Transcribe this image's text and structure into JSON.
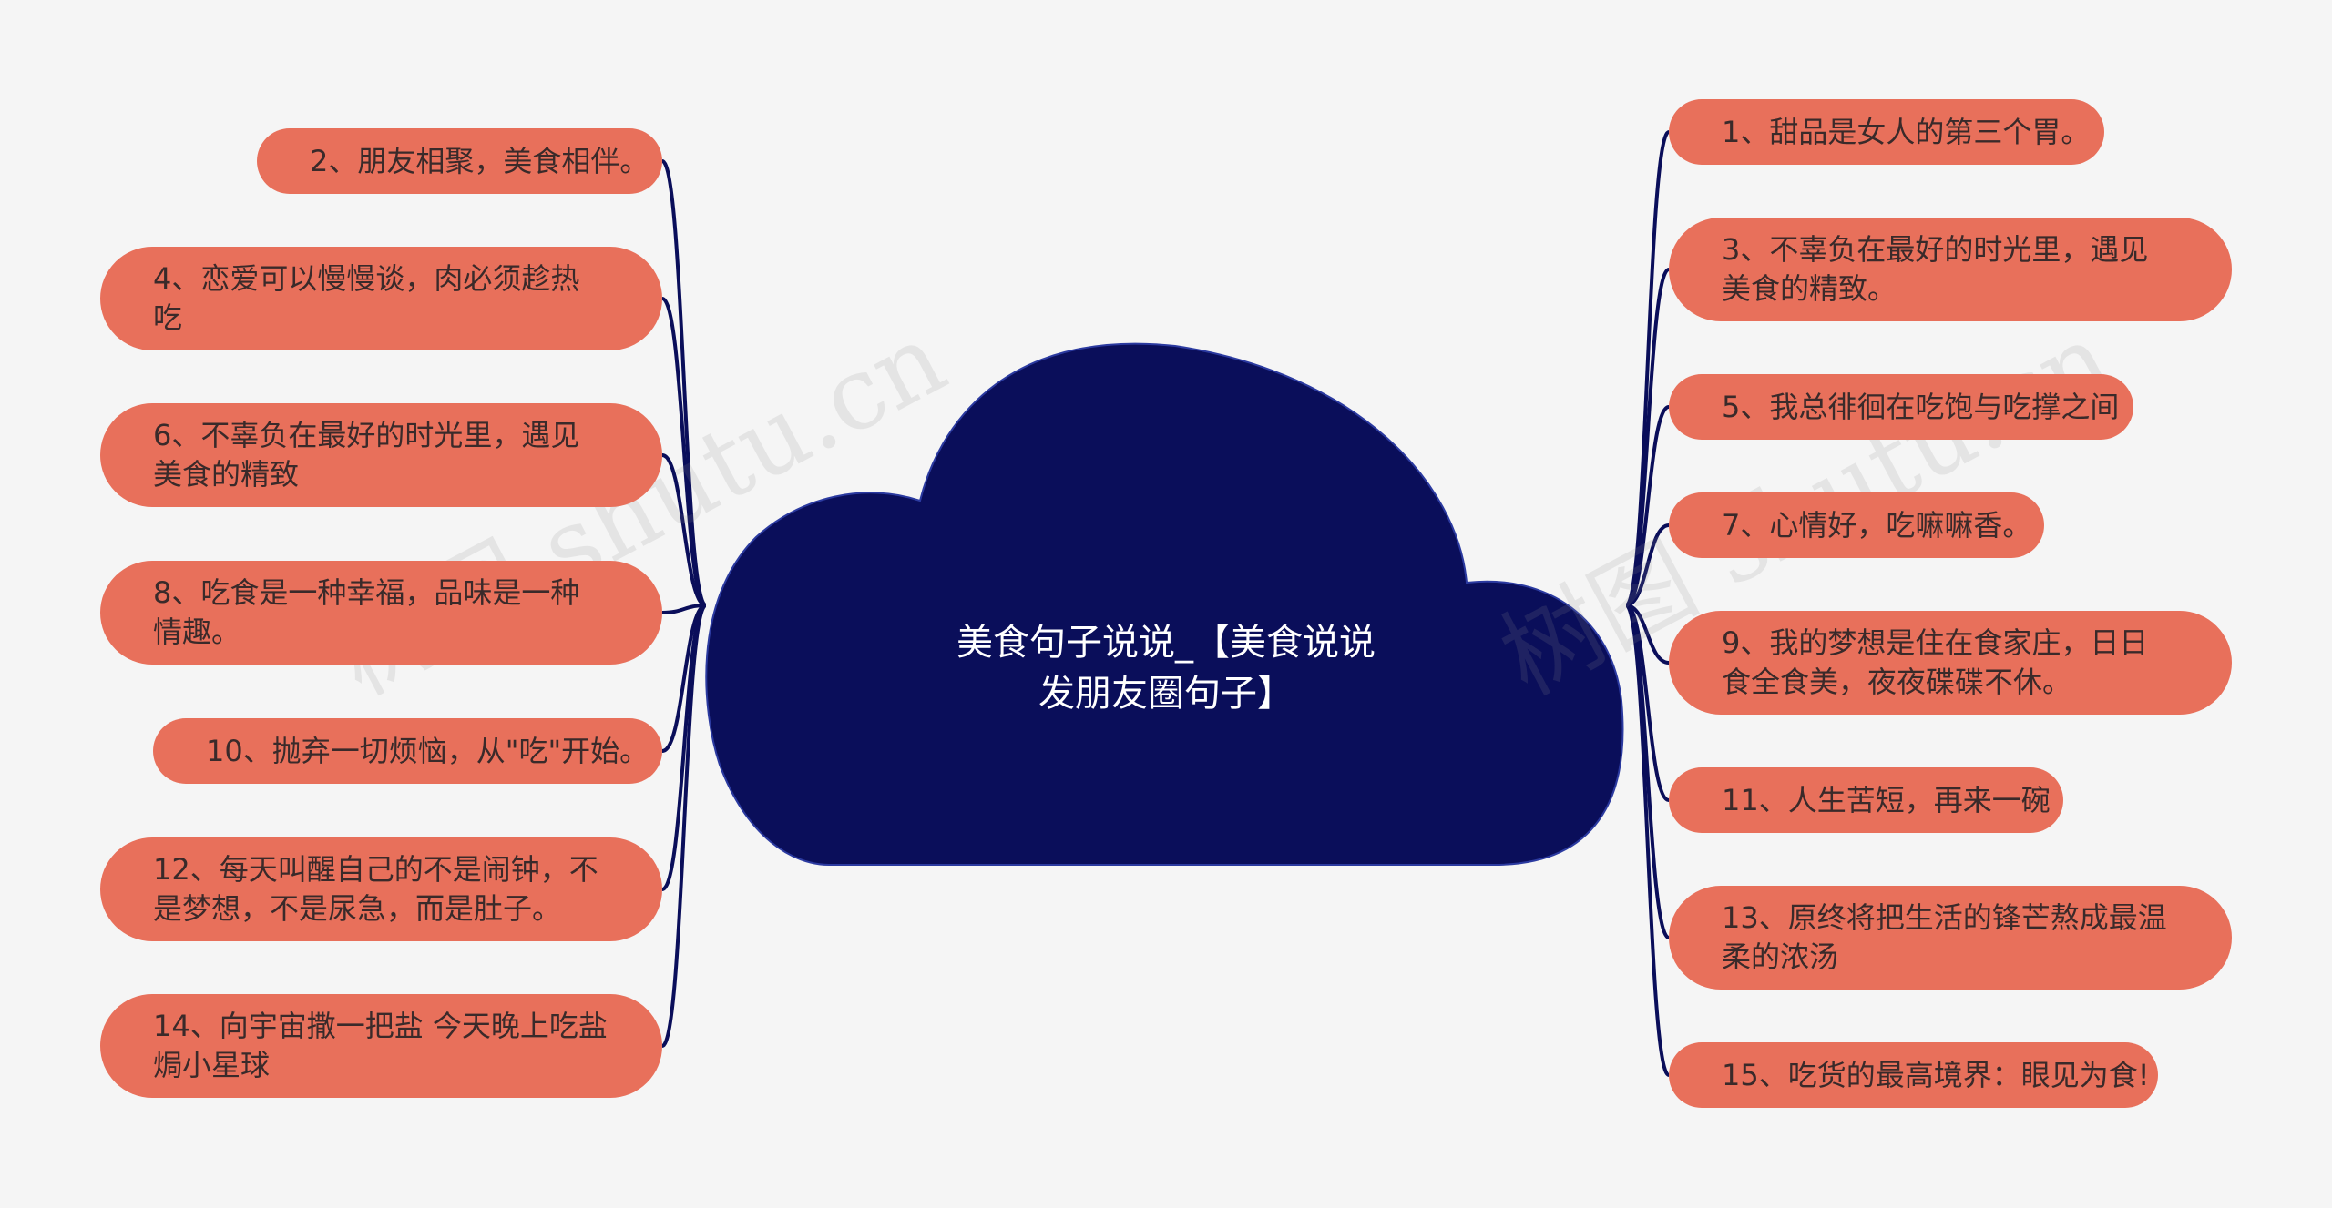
{
  "center": {
    "lines": [
      "美食句子说说_【美食说说",
      "发朋友圈句子】"
    ]
  },
  "left_nodes": [
    {
      "lines": [
        "2、朋友相聚，美食相伴。"
      ]
    },
    {
      "lines": [
        "4、恋爱可以慢慢谈，肉必须趁热",
        "吃"
      ]
    },
    {
      "lines": [
        "6、不辜负在最好的时光里，遇见",
        "美食的精致"
      ]
    },
    {
      "lines": [
        "8、吃食是一种幸福，品味是一种",
        "情趣。"
      ]
    },
    {
      "lines": [
        "10、抛弃一切烦恼，从\"吃\"开始。"
      ]
    },
    {
      "lines": [
        "12、每天叫醒自己的不是闹钟，不",
        "是梦想，不是尿急，而是肚子。"
      ]
    },
    {
      "lines": [
        "14、向宇宙撒一把盐 今天晚上吃盐",
        "焗小星球"
      ]
    }
  ],
  "right_nodes": [
    {
      "lines": [
        "1、甜品是女人的第三个胃。"
      ]
    },
    {
      "lines": [
        "3、不辜负在最好的时光里，遇见",
        "美食的精致。"
      ]
    },
    {
      "lines": [
        "5、我总徘徊在吃饱与吃撑之间"
      ]
    },
    {
      "lines": [
        "7、心情好，吃嘛嘛香。"
      ]
    },
    {
      "lines": [
        "9、我的梦想是住在食家庄，日日",
        "食全食美，夜夜碟碟不休。"
      ]
    },
    {
      "lines": [
        "11、人生苦短，再来一碗"
      ]
    },
    {
      "lines": [
        "13、原终将把生活的锋芒熬成最温",
        "柔的浓汤"
      ]
    },
    {
      "lines": [
        "15、吃货的最高境界：眼见为食!"
      ]
    }
  ],
  "watermarks": [
    "树图 shutu.cn",
    "树图 shutu.cn"
  ],
  "colors": {
    "center_fill": "#0a0e5a",
    "node_fill": "#e8705b",
    "connector": "#0a0e5a",
    "background": "#f5f5f5"
  }
}
